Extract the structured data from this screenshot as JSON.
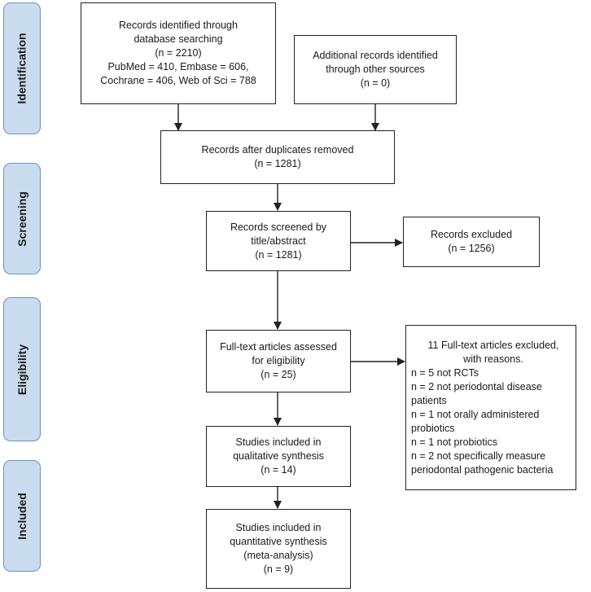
{
  "stages": [
    {
      "id": "identification",
      "label": "Identification"
    },
    {
      "id": "screening",
      "label": "Screening"
    },
    {
      "id": "eligibility",
      "label": "Eligibility"
    },
    {
      "id": "included",
      "label": "Included"
    }
  ],
  "boxes": {
    "database_search": [
      "Records identified through",
      "database searching",
      "(n = 2210)",
      "PubMed = 410, Embase = 606,",
      "Cochrane = 406, Web of Sci = 788"
    ],
    "other_sources": [
      "Additional records identified",
      "through other sources",
      "(n = 0)"
    ],
    "duplicates_removed": [
      "Records after duplicates removed",
      "(n = 1281)"
    ],
    "screened": [
      "Records screened by",
      "title/abstract",
      "(n = 1281)"
    ],
    "excluded": [
      "Records excluded",
      "(n = 1256)"
    ],
    "fulltext_assessed": [
      "Full-text articles assessed",
      "for eligibility",
      "(n = 25)"
    ],
    "fulltext_excluded_title": [
      "11 Full-text articles excluded,",
      "with reasons."
    ],
    "fulltext_excluded_reasons": [
      "n = 5 not RCTs",
      "n = 2 not periodontal disease",
      "patients",
      "n = 1 not orally administered",
      "probiotics",
      "n = 1 not probiotics",
      "n = 2 not specifically measure",
      "periodontal pathogenic bacteria"
    ],
    "qualitative": [
      "Studies included in",
      "qualitative synthesis",
      "(n = 14)"
    ],
    "quantitative": [
      "Studies included in",
      "quantitative synthesis",
      "(meta-analysis)",
      "(n = 9)"
    ]
  },
  "colors": {
    "tab_fill": "#c9dcee",
    "tab_border": "#6f93bd",
    "line": "#222222"
  }
}
